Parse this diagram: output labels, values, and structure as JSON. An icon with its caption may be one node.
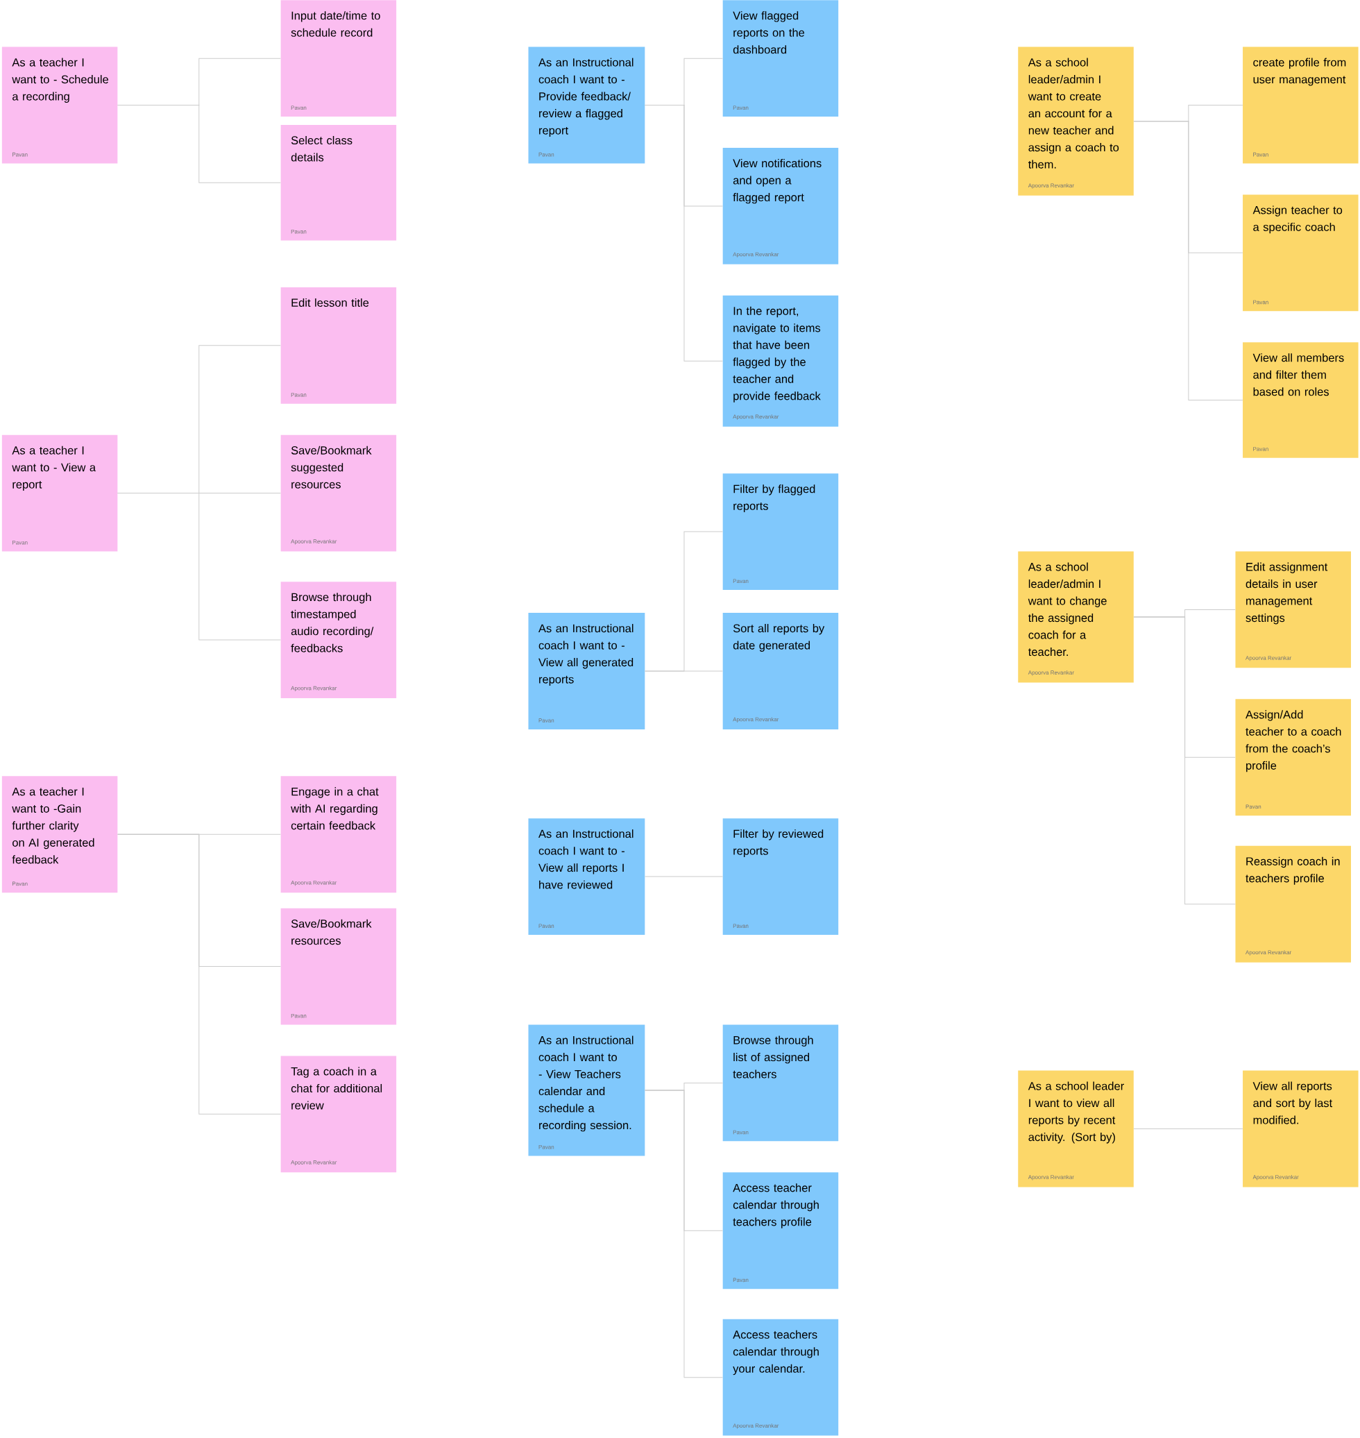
{
  "diagram": {
    "nodes": [
      {
        "text": [
          "As a teacher I want to - Schedule a recording",
          "Pavan"
        ]
      },
      {
        "text": [
          "Input date/time to schedule record",
          "Pavan"
        ]
      },
      {
        "text": [
          "Select class details",
          "Pavan"
        ]
      },
      {
        "text": [
          "As a teacher I want to - View a report",
          "Pavan"
        ]
      },
      {
        "text": [
          "Edit lesson title",
          "Pavan"
        ]
      },
      {
        "text": [
          "Save/Bookmark suggested resources",
          "Apoorva Revankar"
        ]
      },
      {
        "text": [
          "Browse through timestamped audio recording/ feedbacks",
          "Apoorva Revankar"
        ]
      },
      {
        "text": [
          "As a teacher I want to -Gain further clarity on AI generated feedback",
          "Pavan"
        ]
      },
      {
        "text": [
          "Engage in a chat with AI regarding certain feedback",
          "Apoorva Revankar"
        ]
      },
      {
        "text": [
          "Save/Bookmark resources",
          "Pavan"
        ]
      },
      {
        "text": [
          "Tag a coach in a chat for additional review",
          "Apoorva Revankar"
        ]
      },
      {
        "text": [
          "As an Instructional coach I want to - Provide feedback/ review a flagged report",
          "Pavan"
        ]
      },
      {
        "text": [
          "View flagged reports on the dashboard",
          "Pavan"
        ]
      },
      {
        "text": [
          "View notifications and open a flagged report",
          "Apoorva Revankar"
        ]
      },
      {
        "text": [
          "In the report, navigate to items that have been flagged by the teacher and provide feedback",
          "Apoorva Revankar"
        ]
      },
      {
        "text": [
          "As an Instructional coach I want to - View all generated reports",
          "Pavan"
        ]
      },
      {
        "text": [
          "Filter by flagged reports",
          "Pavan"
        ]
      },
      {
        "text": [
          "Sort all reports by date generated",
          "Apoorva Revankar"
        ]
      },
      {
        "text": [
          "As an Instructional coach I want to - View all reports I have reviewed",
          "Pavan"
        ]
      },
      {
        "text": [
          "Filter by reviewed reports",
          "Pavan"
        ]
      },
      {
        "text": [
          "As an Instructional coach I want to - View Teachers calendar and schedule a recording session.",
          "Pavan"
        ]
      },
      {
        "text": [
          "Browse through list of assigned teachers",
          "Pavan"
        ]
      },
      {
        "text": [
          "Access teacher calendar through teachers profile",
          "Pavan"
        ]
      },
      {
        "text": [
          "Access teachers calendar through your calendar.",
          "Apoorva Revankar"
        ]
      },
      {
        "text": [
          "As a school leader/admin I want to create an account for a new teacher and assign a coach to them.",
          "Apoorva Revankar"
        ]
      },
      {
        "text": [
          "create profile from user management",
          "Pavan"
        ]
      },
      {
        "text": [
          "Assign teacher to a specific coach",
          "Pavan"
        ]
      },
      {
        "text": [
          "View all members and filter them based on roles",
          "Pavan"
        ]
      },
      {
        "text": [
          "As a school leader/admin I want to change the assigned coach for a teacher.",
          "Apoorva Revankar"
        ]
      },
      {
        "text": [
          "Edit assignment details in user management settings",
          "Apoorva Revankar"
        ]
      },
      {
        "text": [
          "Assign/Add teacher to a coach from the coach’s profile",
          "Pavan"
        ]
      },
      {
        "text": [
          "Reassign coach in teachers profile",
          "Apoorva Revankar"
        ]
      },
      {
        "text": [
          "As a school leader I want to view all reports by recent activity. (Sort by)",
          "Apoorva Revankar"
        ]
      },
      {
        "text": [
          "View all reports and sort by last modified.",
          "Apoorva Revankar"
        ]
      }
    ],
    "edges": [
      {
        "from": 0,
        "to": 1,
        "arrow": "none"
      },
      {
        "from": 0,
        "to": 2,
        "arrow": "none"
      },
      {
        "from": 3,
        "to": 4,
        "arrow": "none"
      },
      {
        "from": 3,
        "to": 5,
        "arrow": "none"
      },
      {
        "from": 3,
        "to": 6,
        "arrow": "none"
      },
      {
        "from": 7,
        "to": 8,
        "arrow": "none"
      },
      {
        "from": 7,
        "to": 9,
        "arrow": "none"
      },
      {
        "from": 7,
        "to": 10,
        "arrow": "none"
      },
      {
        "from": 11,
        "to": 12,
        "arrow": "none"
      },
      {
        "from": 11,
        "to": 13,
        "arrow": "none"
      },
      {
        "from": 11,
        "to": 14,
        "arrow": "none"
      },
      {
        "from": 15,
        "to": 16,
        "arrow": "none"
      },
      {
        "from": 15,
        "to": 17,
        "arrow": "none"
      },
      {
        "from": 18,
        "to": 19,
        "arrow": "none"
      },
      {
        "from": 20,
        "to": 21,
        "arrow": "none"
      },
      {
        "from": 20,
        "to": 22,
        "arrow": "none"
      },
      {
        "from": 20,
        "to": 23,
        "arrow": "none"
      },
      {
        "from": 24,
        "to": 25,
        "arrow": "none"
      },
      {
        "from": 24,
        "to": 26,
        "arrow": "none"
      },
      {
        "from": 24,
        "to": 27,
        "arrow": "none"
      },
      {
        "from": 28,
        "to": 29,
        "arrow": "none"
      },
      {
        "from": 28,
        "to": 30,
        "arrow": "none"
      },
      {
        "from": 28,
        "to": 31,
        "arrow": "none"
      },
      {
        "from": 32,
        "to": 33,
        "arrow": "none"
      }
    ]
  }
}
